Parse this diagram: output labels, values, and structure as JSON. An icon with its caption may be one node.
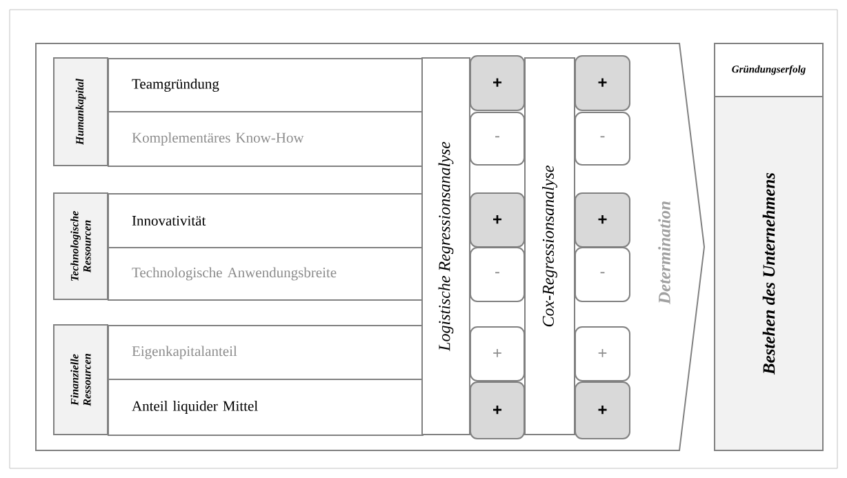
{
  "diagram": {
    "nodes": [
      {
        "text": [
          "Determination"
        ]
      },
      {
        "text": [
          "Humankapital"
        ],
        "in": 0
      },
      {
        "text": [
          "Teamgründung"
        ],
        "in": 0
      },
      {
        "text": [
          "Komplementäres Know-How"
        ],
        "in": 0
      },
      {
        "text": [
          "Technologische Ressourcen"
        ],
        "in": 0
      },
      {
        "text": [
          "Innovativität"
        ],
        "in": 0
      },
      {
        "text": [
          "Technologische Anwendungsbreite"
        ],
        "in": 0
      },
      {
        "text": [
          "Finanzielle Ressourcen"
        ],
        "in": 0
      },
      {
        "text": [
          "Eigenkapitalanteil"
        ],
        "in": 0
      },
      {
        "text": [
          "Anteil liquider Mittel"
        ],
        "in": 0
      },
      {
        "text": [
          "Logistische Regressionsanalyse"
        ],
        "in": 0
      },
      {
        "text": [
          "+"
        ],
        "in": 0
      },
      {
        "text": [
          "-"
        ],
        "in": 0
      },
      {
        "text": [
          "+"
        ],
        "in": 0
      },
      {
        "text": [
          "-"
        ],
        "in": 0
      },
      {
        "text": [
          "+"
        ],
        "in": 0
      },
      {
        "text": [
          "+"
        ],
        "in": 0
      },
      {
        "text": [
          "Cox-Regressionsanalyse"
        ],
        "in": 0
      },
      {
        "text": [
          "+"
        ],
        "in": 0
      },
      {
        "text": [
          "-"
        ],
        "in": 0
      },
      {
        "text": [
          "+"
        ],
        "in": 0
      },
      {
        "text": [
          "-"
        ],
        "in": 0
      },
      {
        "text": [
          "+"
        ],
        "in": 0
      },
      {
        "text": [
          "+"
        ],
        "in": 0
      },
      {
        "text": [
          "Gründungserfolg"
        ]
      },
      {
        "text": [
          "Bestehen des Unternehmens"
        ]
      }
    ]
  }
}
